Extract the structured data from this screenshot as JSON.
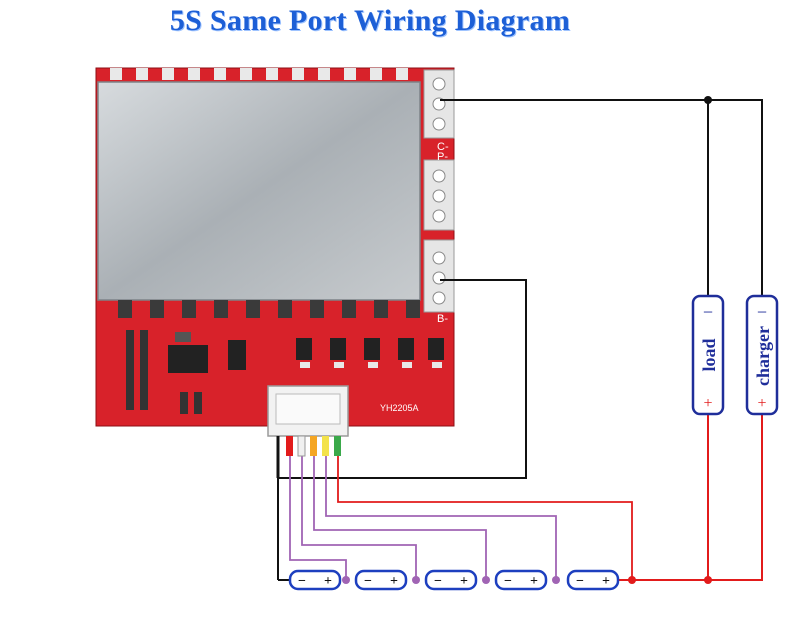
{
  "title": "5S Same Port Wiring Diagram",
  "board": {
    "port_labels": [
      "C-",
      "P-",
      "B-"
    ],
    "model_label": "YH2205A"
  },
  "loads": [
    {
      "label": "load",
      "neg": "−",
      "pos": "+"
    },
    {
      "label": "charger",
      "neg": "−",
      "pos": "+"
    }
  ],
  "cells": [
    {
      "neg": "−",
      "pos": "+"
    },
    {
      "neg": "−",
      "pos": "+"
    },
    {
      "neg": "−",
      "pos": "+"
    },
    {
      "neg": "−",
      "pos": "+"
    },
    {
      "neg": "−",
      "pos": "+"
    }
  ],
  "colors": {
    "title": "#1d5fd6",
    "board_red": "#d8222a",
    "heatsink": "#b9bec3",
    "wire_black": "#111111",
    "wire_red": "#e21b1b",
    "wire_purple": "#a064b4",
    "device_blue": "#1f2e9a",
    "cell_blue": "#1d3fbf"
  }
}
